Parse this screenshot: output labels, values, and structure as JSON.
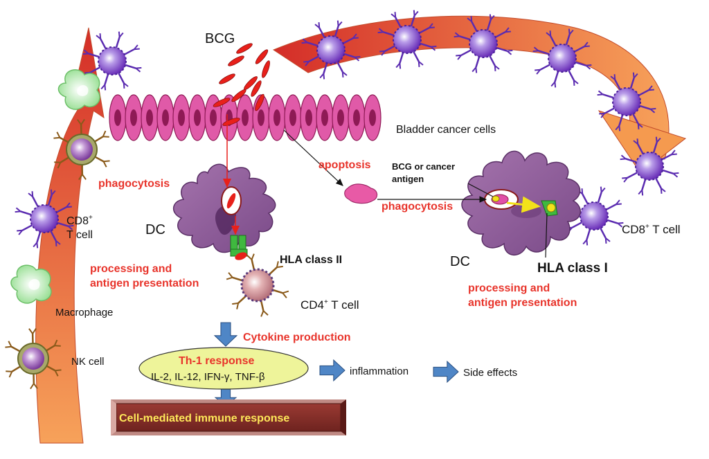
{
  "labels": {
    "bcg": "BCG",
    "bladder_cancer_cells": "Bladder cancer cells",
    "phagocytosis_left": "phagocytosis",
    "apoptosis": "apoptosis",
    "bcg_or_cancer_line1": "BCG or cancer",
    "bcg_or_cancer_line2": "antigen",
    "phagocytosis_right": "phagocytosis",
    "dc_left": "DC",
    "dc_right": "DC",
    "cd8_left_line1": "CD8",
    "cd8_left_sup": "+",
    "cd8_left_line2": "T cell",
    "cd8_right": "CD8",
    "cd8_right_sup": "+",
    "cd8_right_tail": " T cell",
    "hla_class_ii": "HLA class II",
    "hla_class_i": "HLA class I",
    "processing_left_line1": "processing and",
    "processing_left_line2": "antigen presentation",
    "processing_right_line1": "processing and",
    "processing_right_line2": "antigen presentation",
    "cd4": "CD4",
    "cd4_sup": "+",
    "cd4_tail": " T cell",
    "macrophage": "Macrophage",
    "nk_cell": "NK cell",
    "cytokine_production": "Cytokine production",
    "th1_response": "Th-1 response",
    "cytokines": "IL-2, IL-12, IFN-γ, TNF-β",
    "inflammation": "inflammation",
    "side_effects": "Side effects",
    "cell_mediated": "Cell-mediated immune response"
  },
  "colors": {
    "arrow_left_top": "#d9302a",
    "arrow_left_bottom": "#f59a4f",
    "arrow_top_left": "#d9302a",
    "arrow_top_right": "#f59a4f",
    "cancer_cell": "#e05aa8",
    "cancer_nucleus": "#8e1a55",
    "dc_body": "#8f5c9a",
    "t_cell": "#8a4ccf",
    "bcg_rod": "#e8201a",
    "th1_ellipse": "#eef49a",
    "immune_box": "#8a2f2a",
    "immune_text": "#ffe95a",
    "blue_arrow": "#4f86c6",
    "macrophage": "#9ee69a",
    "hla_green": "#3fb83f",
    "label_red": "#e8342b"
  }
}
